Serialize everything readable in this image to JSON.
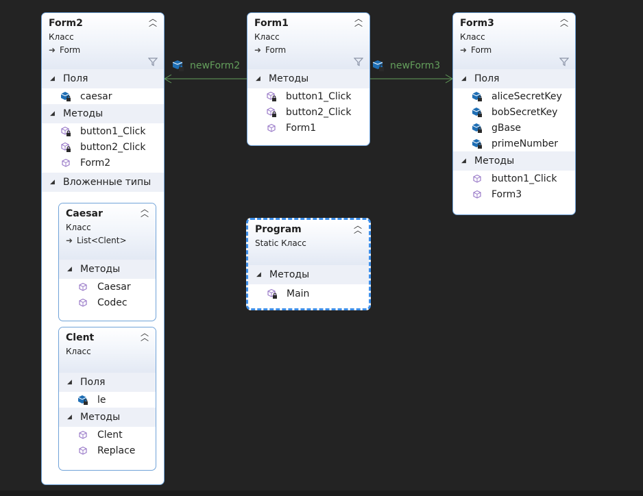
{
  "colors": {
    "background": "#232323",
    "box_border": "#6fa2d8",
    "selected_border": "#3d8ee8",
    "section_bg": "#edf0f7",
    "association": "#64a05c",
    "method_icon": "#9b7cc9",
    "field_icon": "#1f6fb5"
  },
  "form2": {
    "title": "Form2",
    "kind": "Класс",
    "base": "Form",
    "fields_label": "Поля",
    "fields": [
      "caesar"
    ],
    "methods_label": "Методы",
    "methods": [
      "button1_Click",
      "button2_Click",
      "Form2"
    ],
    "nested_label": "Вложенные типы"
  },
  "caesar": {
    "title": "Caesar",
    "kind": "Класс",
    "base": "List<Clent>",
    "methods_label": "Методы",
    "methods": [
      "Caesar",
      "Codec"
    ]
  },
  "clent": {
    "title": "Clent",
    "kind": "Класс",
    "fields_label": "Поля",
    "fields": [
      "le"
    ],
    "methods_label": "Методы",
    "methods": [
      "Clent",
      "Replace"
    ]
  },
  "form1": {
    "title": "Form1",
    "kind": "Класс",
    "base": "Form",
    "methods_label": "Методы",
    "methods": [
      "button1_Click",
      "button2_Click",
      "Form1"
    ]
  },
  "form3": {
    "title": "Form3",
    "kind": "Класс",
    "base": "Form",
    "fields_label": "Поля",
    "fields": [
      "aliceSecretKey",
      "bobSecretKey",
      "gBase",
      "primeNumber"
    ],
    "methods_label": "Методы",
    "methods": [
      "button1_Click",
      "Form3"
    ]
  },
  "program": {
    "title": "Program",
    "kind": "Static Класс",
    "methods_label": "Методы",
    "methods": [
      "Main"
    ]
  },
  "associations": {
    "form1_form2": "newForm2",
    "form1_form3": "newForm3"
  }
}
